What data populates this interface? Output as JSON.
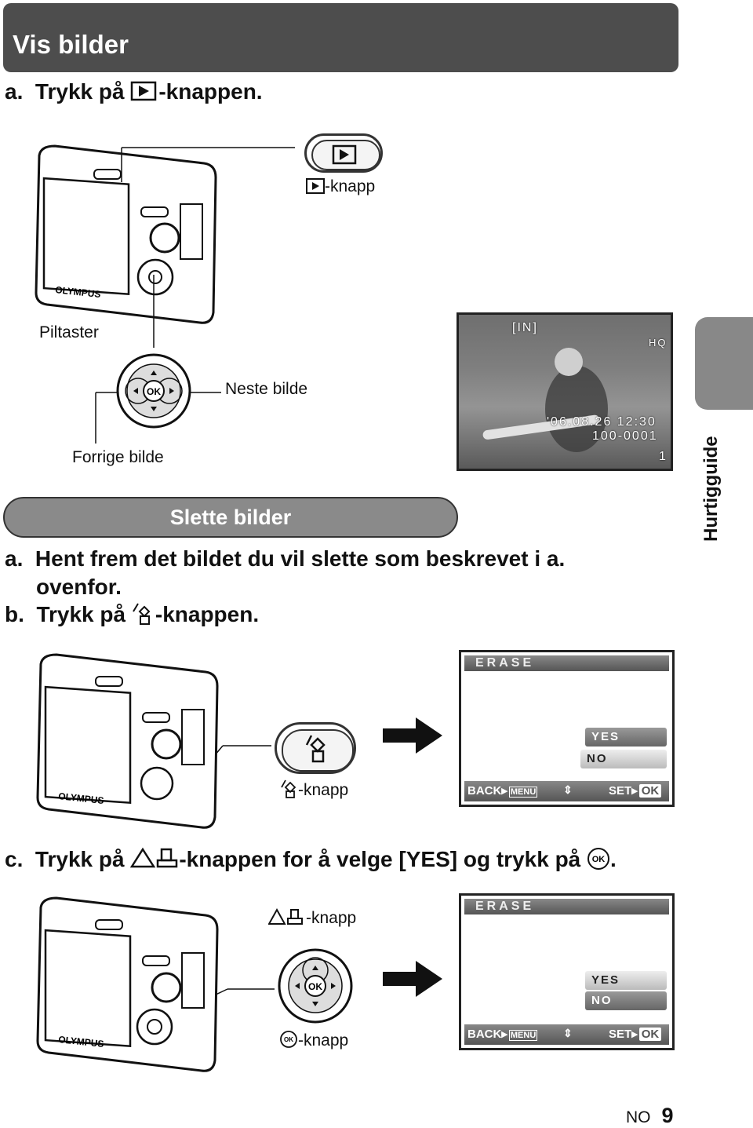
{
  "header": {
    "title": "Vis bilder"
  },
  "view": {
    "step_a_prefix": "a.",
    "step_a_text": "Trykk på",
    "step_a_suffix": "-knappen.",
    "play_label": "-knapp",
    "piltaster": "Piltaster",
    "neste_bilde": "Neste bilde",
    "forrige_bilde": "Forrige bilde",
    "lcd": {
      "memory": "[IN]",
      "quality": "HQ",
      "datetime": "'06.08.26 12:30",
      "file": "100-0001",
      "frame": "1"
    }
  },
  "erase_section": {
    "title": "Slette bilder",
    "step_a_prefix": "a.",
    "step_a_text": "Hent frem det bildet du vil slette som beskrevet i a.",
    "step_a_text2": "ovenfor.",
    "step_b_prefix": "b.",
    "step_b_text": "Trykk på",
    "step_b_suffix": "-knappen.",
    "erase_label": "-knapp",
    "step_c_prefix": "c.",
    "step_c_text": "Trykk på",
    "step_c_mid": "-knappen for å velge [YES] og trykk på",
    "step_c_end": ".",
    "updown_label": "-knapp",
    "ok_label": "-knapp"
  },
  "menu": {
    "title": "ERASE",
    "yes": "YES",
    "no": "NO",
    "back": "BACK",
    "back_key": "MENU",
    "set": "SET",
    "set_key": "OK"
  },
  "ok_icon": "OK",
  "side_tab": {
    "label": "Hurtigguide"
  },
  "footer": {
    "lang": "NO",
    "page": "9"
  },
  "brand": {
    "camera": "OLYMPUS"
  }
}
